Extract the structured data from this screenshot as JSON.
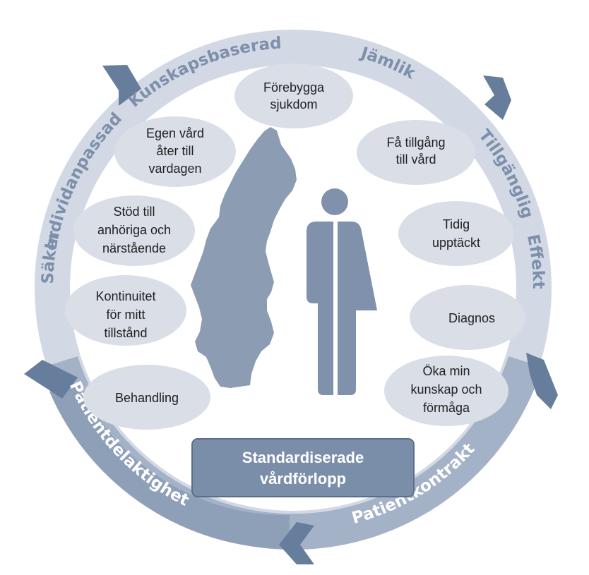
{
  "colors": {
    "ring_light": "#d2d9e5",
    "ring_mid": "#a4b2c7",
    "ring_dark": "#8193ad",
    "chevron_dark": "#677d9c",
    "bubble_fill": "#d9dee7",
    "text_ring": "#7d8fab",
    "figure": "#7f91ab",
    "map": "#8c9cb3",
    "center_box": "#7b8ea9",
    "center_border": "#5b6f8d"
  },
  "ring_words": {
    "kunskapsbaserad": "Kunskapsbaserad",
    "jamlik": "Jämlik",
    "tillganglig": "Tillgänglig",
    "effektiv": "Effektiv",
    "patientkontrakt": "Patientkontrakt",
    "patientdelaktighet": "Patientdelaktighet",
    "saker": "Säker",
    "individanpassad": "Individanpassad"
  },
  "bubbles": {
    "forebygga": [
      "Förebygga",
      "sjukdom"
    ],
    "egen_vard": [
      "Egen vård",
      "åter till",
      "vardagen"
    ],
    "fa_tillgang": [
      "Få tillgång",
      "till vård"
    ],
    "stod": [
      "Stöd till",
      "anhöriga och",
      "närstående"
    ],
    "tidig": [
      "Tidig",
      "upptäckt"
    ],
    "kontinuitet": [
      "Kontinuitet",
      "för mitt",
      "tillstånd"
    ],
    "diagnos": [
      "Diagnos"
    ],
    "behandling": [
      "Behandling"
    ],
    "oka": [
      "Öka min",
      "kunskap och",
      "förmåga"
    ]
  },
  "center_box": [
    "Standardiserade",
    "vårdförlopp"
  ],
  "icons": {
    "map": "sweden-map-icon",
    "figure": "patient-figure-icon"
  }
}
